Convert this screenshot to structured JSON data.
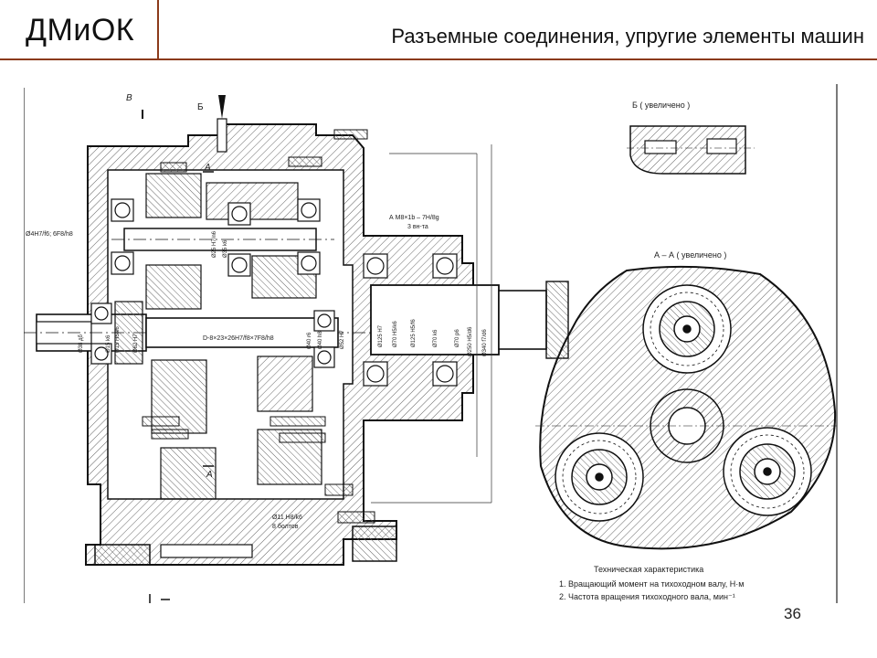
{
  "header": {
    "logo": "ДМиОК",
    "title": "Разъемные соединения, упругие элементы машин"
  },
  "drawing": {
    "label_b": "Б",
    "label_v": "В",
    "label_a": "А",
    "detail_b_title": "Б ( увеличено )",
    "section_title": "А – А ( увеличено )",
    "dim_left": "Ø4Н7/f6; 6F8/h8",
    "dim_thread": "А M8×1b – 7Н/8g",
    "dim_thread2": "3 вн-та",
    "dim_spline": "D-8×23×26Н7/f8×7F8/h8",
    "dim_bolts": "Ø11 Н8/k6",
    "dim_bolts2": "8 болтов",
    "dims_left": [
      "Ø38 дб",
      "Ø15 k6",
      "Ø15 Н5/k6",
      "Ø62 Н7"
    ],
    "dims_mid": [
      "Ø25 Н7/n6",
      "Ø35 k6",
      "Ø40 r6",
      "Ø40 h8",
      "Ø52 Н7"
    ],
    "dims_right": [
      "Ø125 Н7",
      "Ø70 Н5/k6",
      "Ø125 Н5/f6",
      "Ø70 k6",
      "Ø70 p6",
      "Ø250 Н5/d6",
      "Ø340 f7/d6"
    ],
    "spec_title": "Техническая характеристика",
    "spec_line1": "1. Вращающий момент на тихоходном валу, Н·м",
    "spec_line2": "2. Частота вращения тихоходного вала, мин⁻¹"
  },
  "page_number": "36",
  "colors": {
    "accent": "#8b3a1a",
    "ink": "#1a1a1a",
    "hatch": "#555555"
  }
}
